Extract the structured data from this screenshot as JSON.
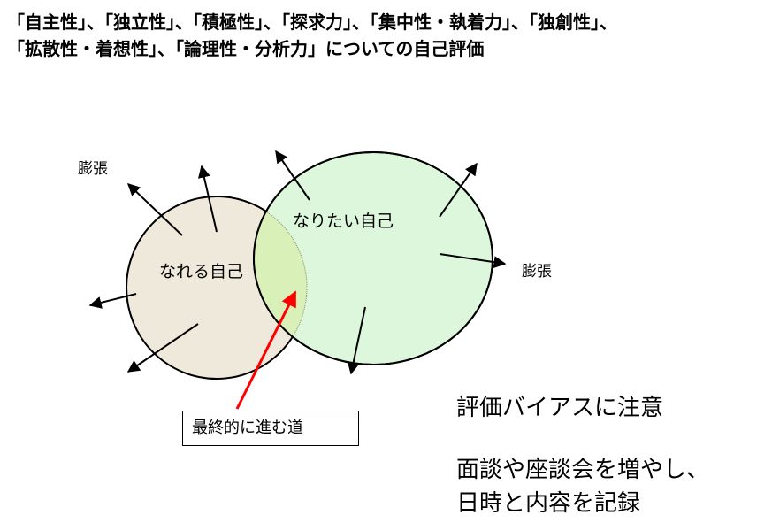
{
  "slide": {
    "title_line1": "「自主性」、「独立性」、「積極性」、「探求力」、「集中性・執着力」、「独創性」、",
    "title_line2": "「拡散性・着想性」、「論理性・分析力」についての自己評価"
  },
  "diagram": {
    "expand_label_left": "膨張",
    "expand_label_right": "膨張",
    "ideal_self_label": "なりたい自己",
    "achievable_self_label": "なれる自己",
    "final_path_label": "最終的に進む道",
    "colors": {
      "achievable_fill": "#efe9dc",
      "ideal_fill": "#ddf7dd",
      "overlap_fill": "#d9f0b8",
      "pointer_arrow": "#ff0000",
      "expand_arrows": "#000000"
    }
  },
  "notes": {
    "bias_warning": "評価バイアスに注意",
    "advice_line1": "面談や座談会を増やし、",
    "advice_line2": "日時と内容を記録"
  }
}
